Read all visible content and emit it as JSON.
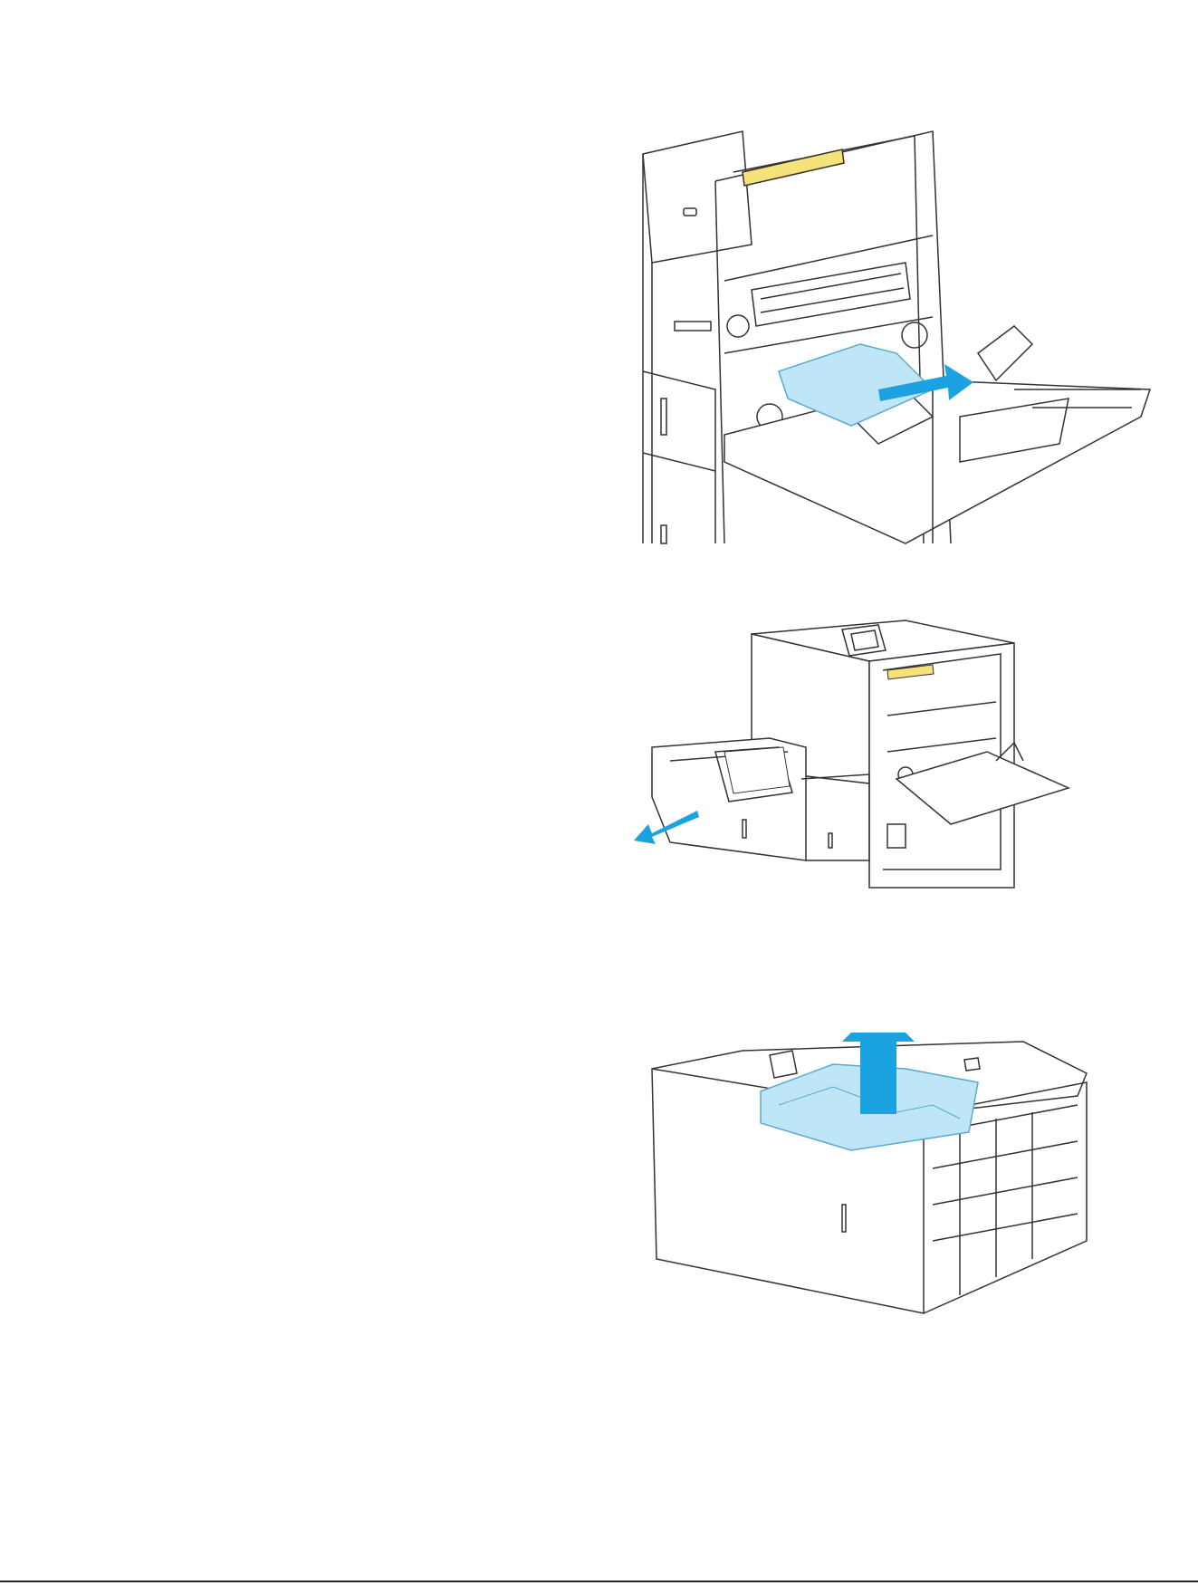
{
  "illustrations": [
    {
      "id": "rear-door-jam",
      "icon": "printer-right-door-open-paper-jam"
    },
    {
      "id": "tray-pull-out",
      "icon": "printer-tray-pull-arrow"
    },
    {
      "id": "tray-remove-paper",
      "icon": "paper-tray-lift-out-arrow"
    }
  ],
  "colors": {
    "line": "#333333",
    "paper": "#bfe6f7",
    "paper_edge": "#5aa9cf",
    "arrow": "#1aa3e0",
    "highlight": "#f6e27a",
    "body": "#ffffff"
  }
}
